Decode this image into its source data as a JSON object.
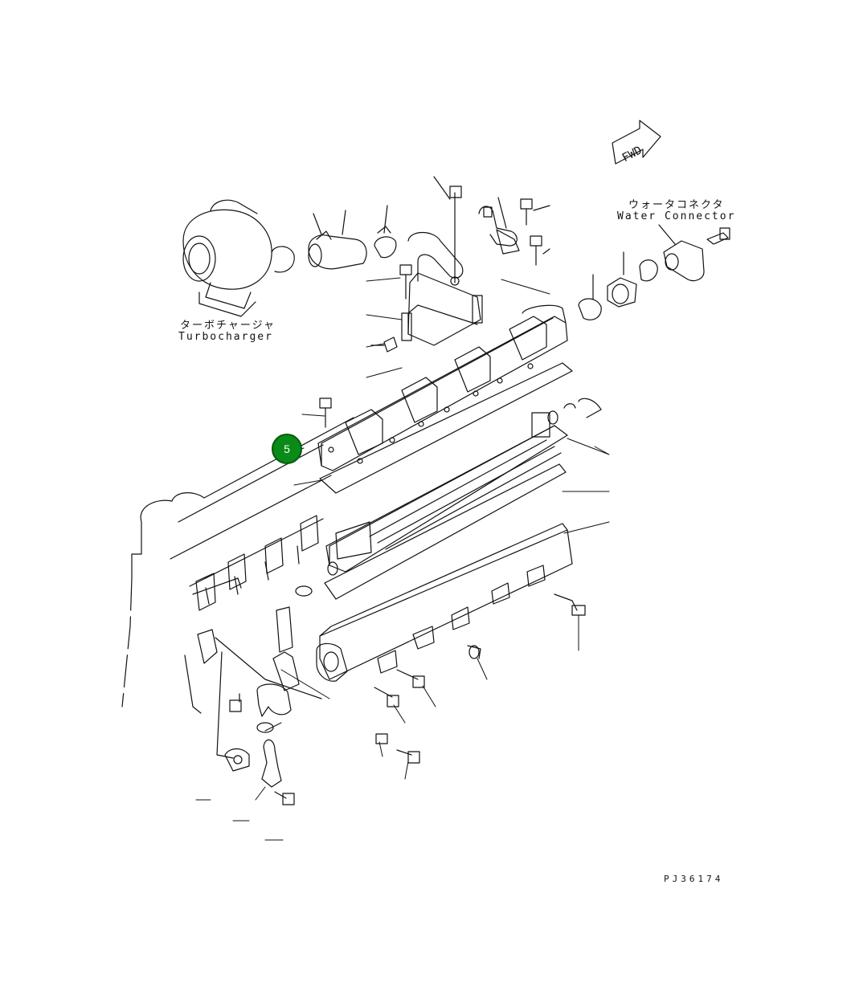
{
  "labels": {
    "turbocharger_jp": "ターボチャージャ",
    "turbocharger_en": "Turbocharger",
    "water_connector_jp": "ウォータコネクタ",
    "water_connector_en": "Water Connector",
    "fwd": "FWD",
    "drawing_code": "PJ36174"
  },
  "callout": {
    "number": "5",
    "color": "#0a8a16"
  }
}
